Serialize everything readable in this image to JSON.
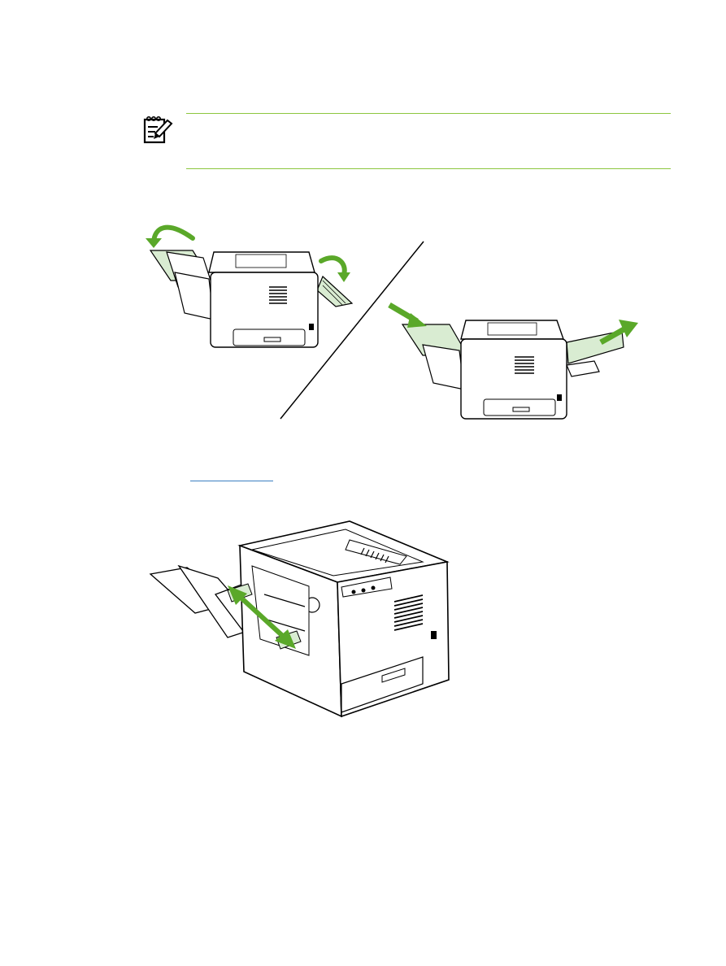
{
  "page": {
    "background": "#ffffff"
  },
  "note": {
    "icon": "note-pad-pencil-icon",
    "rule_color": "#8cc63f"
  },
  "link": {
    "color": "#3a7fc1"
  },
  "figures": {
    "accent_green": "#5aa829",
    "paper_fill": "#d9ecd2",
    "figure_1": {
      "left": "printer-side-view-with-tray-and-output-doors-opening",
      "right": "printer-side-view-straight-through-paper-path"
    },
    "figure_2": "printer-with-tray-1-open-and-paper-guides"
  }
}
